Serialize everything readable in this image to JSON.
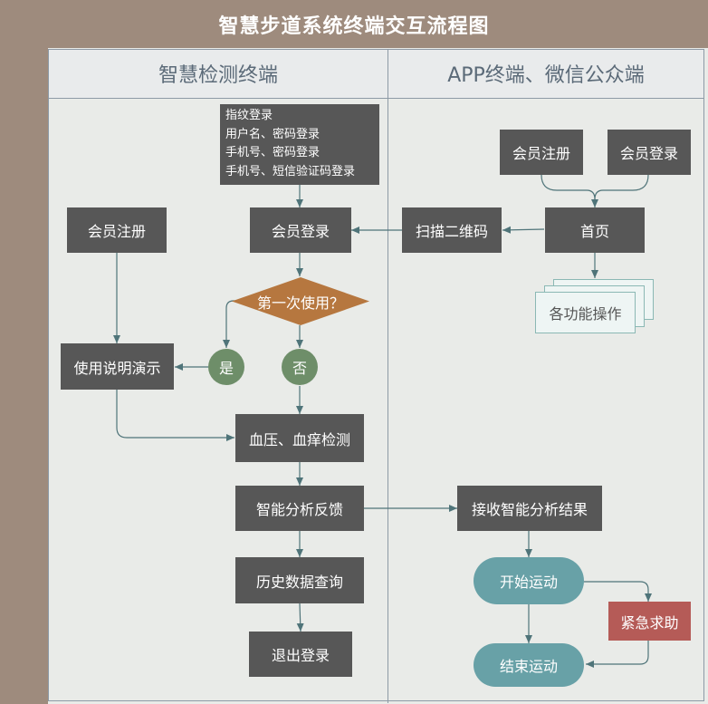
{
  "title": "智慧步道系统终端交互流程图",
  "lanes": {
    "left": "智慧检测终端",
    "right": "APP终端、微信公众端"
  },
  "login_methods": [
    "指纹登录",
    "用户名、密码登录",
    "手机号、密码登录",
    "手机号、短信验证码登录"
  ],
  "nodes": {
    "member_register_left": "会员注册",
    "member_login_left": "会员登录",
    "first_use": "第一次使用？",
    "yes": "是",
    "no": "否",
    "usage_demo": "使用说明演示",
    "bp_check": "血压、血痒检测",
    "analysis_feedback": "智能分析反馈",
    "history_query": "历史数据查询",
    "logout": "退出登录",
    "scan_qr": "扫描二维码",
    "member_register_right": "会员注册",
    "member_login_right": "会员登录",
    "home": "首页",
    "functions": "各功能操作",
    "receive_analysis": "接收智能分析结果",
    "start_sport": "开始运动",
    "emergency": "紧急求助",
    "end_sport": "结束运动"
  },
  "colors": {
    "header": "#9e8b7d",
    "box": "#575757",
    "decision": "#b6773f",
    "yes_no": "#6e8e69",
    "terminal": "#68a1a7",
    "alert": "#b55b57",
    "connector": "#4f7479"
  }
}
